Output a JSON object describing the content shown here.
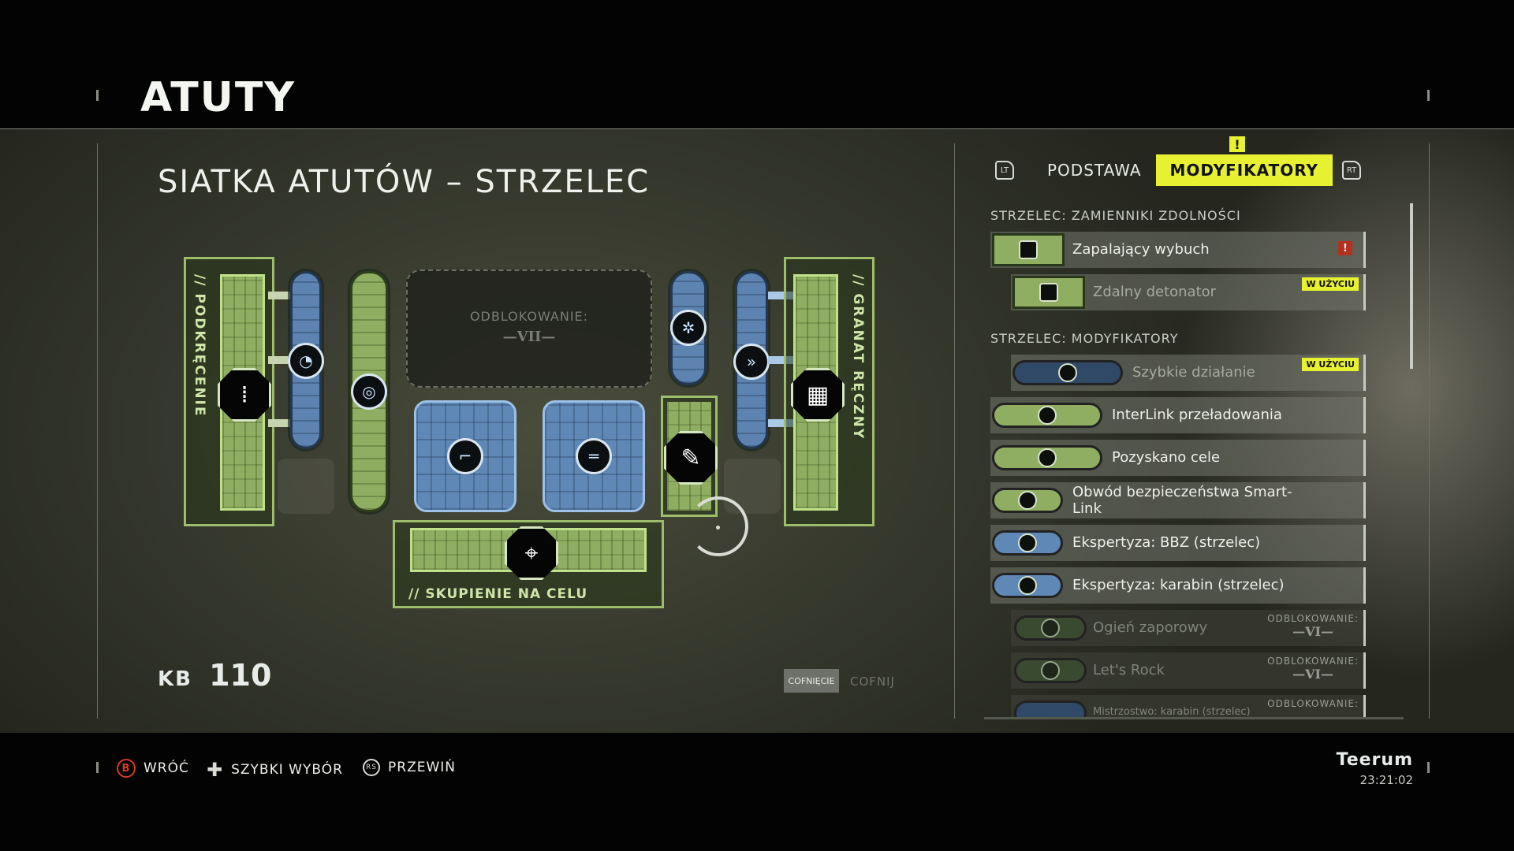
{
  "page": {
    "title": "ATUTY"
  },
  "grid": {
    "title": "SIATKA ATUTÓW – STRZELEC",
    "labels": {
      "left": "// PODKRĘCENIE",
      "right": "// GRANAT RĘCZNY",
      "bottom": "// SKUPIENIE NA CELU"
    },
    "locked": {
      "label": "ODBLOKOWANIE:",
      "tier": "—VII—"
    }
  },
  "points": {
    "label": "KB",
    "value": "110"
  },
  "actions": {
    "undo_button": "COFNIĘCIE",
    "undo_label": "COFNIJ"
  },
  "tabs": {
    "left_trigger": "LT",
    "right_trigger": "RT",
    "items": [
      {
        "label": "PODSTAWA",
        "active": false
      },
      {
        "label": "MODYFIKATORY",
        "active": true
      }
    ],
    "alert": "!"
  },
  "sections": [
    {
      "title": "STRZELEC: ZAMIENNIKI ZDOLNOŚCI"
    },
    {
      "title": "STRZELEC: MODYFIKATORY"
    }
  ],
  "replacements": [
    {
      "label": "Zapalający wybuch",
      "warn": "!"
    },
    {
      "label": "Zdalny detonator",
      "badge": "W UŻYCIU"
    }
  ],
  "modifiers": [
    {
      "label": "Szybkie działanie",
      "badge": "W UŻYCIU"
    },
    {
      "label": "InterLink przeładowania"
    },
    {
      "label": "Pozyskano cele"
    },
    {
      "label": "Obwód bezpieczeństwa Smart-Link"
    },
    {
      "label": "Ekspertyza: BBZ (strzelec)"
    },
    {
      "label": "Ekspertyza: karabin (strzelec)"
    },
    {
      "label": "Ogień zaporowy",
      "lock_label": "ODBLOKOWANIE:",
      "lock_tier": "—VI—"
    },
    {
      "label": "Let's Rock",
      "lock_label": "ODBLOKOWANIE:",
      "lock_tier": "—VI—"
    },
    {
      "label": "Mistrzostwo: karabin (strzelec)",
      "lock_label": "ODBLOKOWANIE:"
    }
  ],
  "hints": [
    {
      "button": "B",
      "label": "WRÓĆ"
    },
    {
      "button": "✚",
      "label": "SZYBKI WYBÓR"
    },
    {
      "button": "RS",
      "label": "PRZEWIŃ"
    }
  ],
  "player": {
    "name": "Teerum",
    "time": "23:21:02"
  },
  "colors": {
    "green": "#8fae62",
    "blue": "#5f88b6",
    "accent": "#e8f032",
    "warning": "#b3301f"
  },
  "icons": {
    "left_hex": "ammo-icon",
    "right_hex": "grenade-icon",
    "bottom_hex": "target-icon",
    "mid_hex": "spike-icon"
  }
}
